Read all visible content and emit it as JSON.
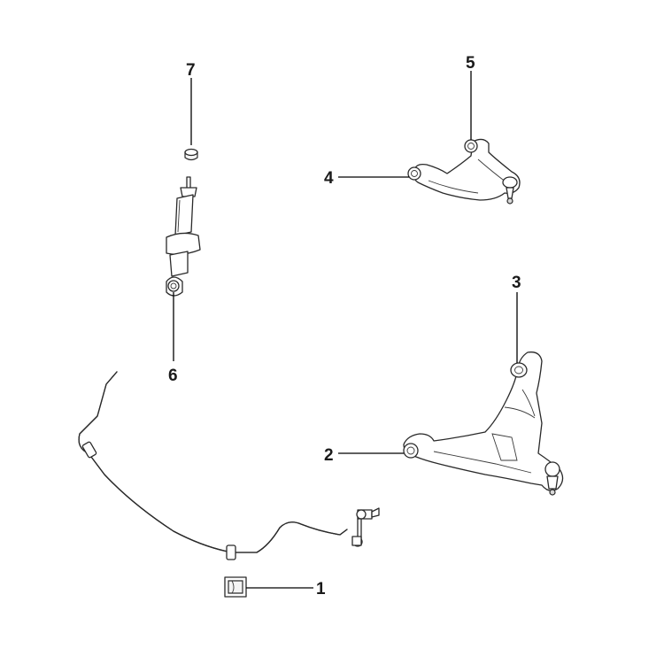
{
  "diagram": {
    "callouts": [
      {
        "number": "1"
      },
      {
        "number": "2"
      },
      {
        "number": "3"
      },
      {
        "number": "4"
      },
      {
        "number": "5"
      },
      {
        "number": "6"
      },
      {
        "number": "7"
      }
    ]
  }
}
